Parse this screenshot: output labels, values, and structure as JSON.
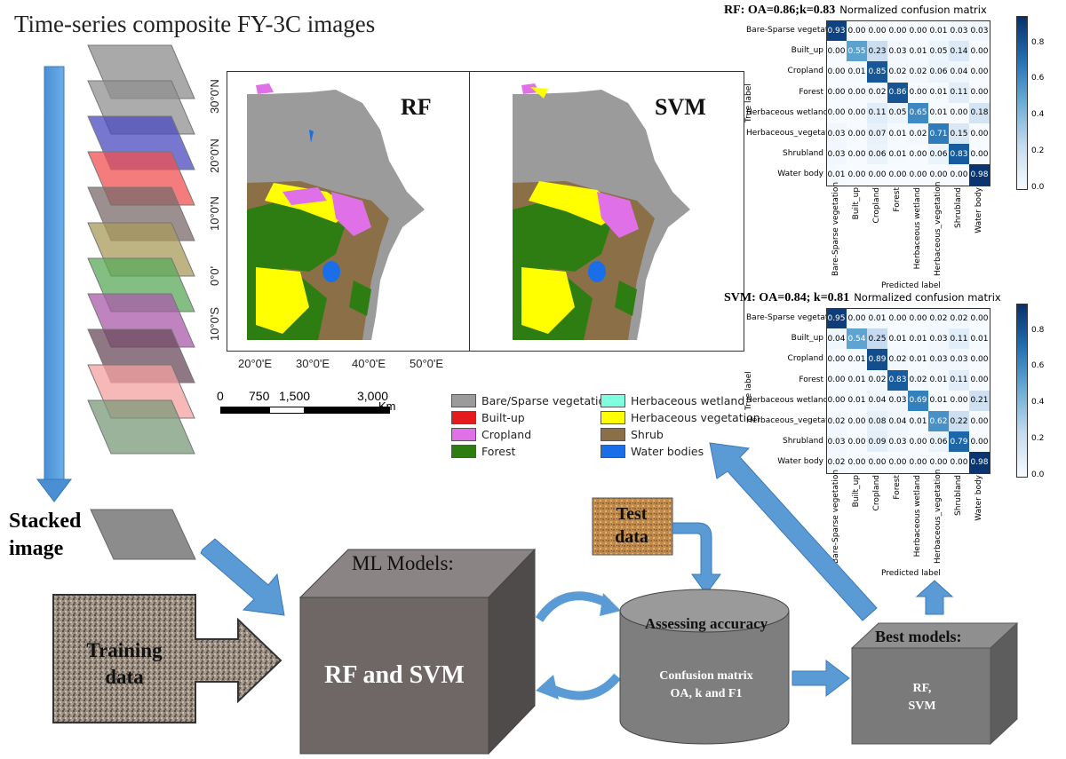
{
  "title": "Time-series composite FY-3C images",
  "stacked_label": "Stacked image",
  "layer_colors": [
    "#8c8c8c",
    "#909090",
    "#4a4ac0",
    "#f05050",
    "#7a6a6a",
    "#a89a5a",
    "#5aaa5a",
    "#aa5aaa",
    "#6a4a5a",
    "#f4a0a0",
    "#7a9a7a"
  ],
  "maps": {
    "rf_label": "RF",
    "svm_label": "SVM",
    "lat_ticks": [
      "30°0'N",
      "20°0'N",
      "10°0'N",
      "0°0'",
      "10°0'S"
    ],
    "lon_ticks": [
      "20°0'E",
      "30°0'E",
      "40°0'E",
      "50°0'E"
    ]
  },
  "scale": {
    "ticks": [
      "0",
      "750",
      "1,500",
      "3,000"
    ],
    "unit": "Km"
  },
  "legend": [
    {
      "label": "Bare/Sparse vegetation",
      "color": "#9b9b9b"
    },
    {
      "label": "Herbaceous wetland",
      "color": "#7fffe0"
    },
    {
      "label": "Built-up",
      "color": "#e41a1c"
    },
    {
      "label": "Herbaceous vegetation",
      "color": "#ffff00"
    },
    {
      "label": "Cropland",
      "color": "#e070e8"
    },
    {
      "label": "Shrub",
      "color": "#8b6f47"
    },
    {
      "label": "Forest",
      "color": "#2e7d12"
    },
    {
      "label": "Water bodies",
      "color": "#1a6fe8"
    }
  ],
  "cm_rf": {
    "heading": "RF: OA=0.86;k=0.83",
    "subtitle": "Normalized confusion matrix",
    "xlabel": "Predicted label",
    "ylabel": "True label",
    "labels": [
      "Bare-Sparse vegetation",
      "Built_up",
      "Cropland",
      "Forest",
      "Herbaceous wetland",
      "Herbaceous_vegetation",
      "Shrubland",
      "Water body"
    ],
    "matrix": [
      [
        0.93,
        0.0,
        0.0,
        0.0,
        0.0,
        0.01,
        0.03,
        0.03
      ],
      [
        0.0,
        0.55,
        0.23,
        0.03,
        0.01,
        0.05,
        0.14,
        0.0
      ],
      [
        0.0,
        0.01,
        0.85,
        0.02,
        0.02,
        0.06,
        0.04,
        0.0
      ],
      [
        0.0,
        0.0,
        0.02,
        0.86,
        0.0,
        0.01,
        0.11,
        0.0
      ],
      [
        0.0,
        0.0,
        0.11,
        0.05,
        0.65,
        0.01,
        0.0,
        0.18
      ],
      [
        0.03,
        0.0,
        0.07,
        0.01,
        0.02,
        0.71,
        0.15,
        0.0
      ],
      [
        0.03,
        0.0,
        0.06,
        0.01,
        0.0,
        0.06,
        0.83,
        0.0
      ],
      [
        0.01,
        0.0,
        0.0,
        0.0,
        0.0,
        0.0,
        0.0,
        0.98
      ]
    ],
    "colorbar_ticks": [
      "0.8",
      "0.6",
      "0.4",
      "0.2",
      "0.0"
    ]
  },
  "cm_svm": {
    "heading": "SVM: OA=0.84; k=0.81",
    "subtitle": "Normalized confusion matrix",
    "xlabel": "Predicted label",
    "ylabel": "True label",
    "labels": [
      "Bare-Sparse vegetation",
      "Built_up",
      "Cropland",
      "Forest",
      "Herbaceous wetland",
      "Herbaceous_vegetation",
      "Shrubland",
      "Water body"
    ],
    "matrix": [
      [
        0.95,
        0.0,
        0.01,
        0.0,
        0.0,
        0.02,
        0.02,
        0.0
      ],
      [
        0.04,
        0.54,
        0.25,
        0.01,
        0.01,
        0.03,
        0.11,
        0.01
      ],
      [
        0.0,
        0.01,
        0.89,
        0.02,
        0.01,
        0.03,
        0.03,
        0.0
      ],
      [
        0.0,
        0.01,
        0.02,
        0.83,
        0.02,
        0.01,
        0.11,
        0.0
      ],
      [
        0.0,
        0.01,
        0.04,
        0.03,
        0.69,
        0.01,
        0.0,
        0.21
      ],
      [
        0.02,
        0.0,
        0.08,
        0.04,
        0.01,
        0.62,
        0.22,
        0.0
      ],
      [
        0.03,
        0.0,
        0.09,
        0.03,
        0.0,
        0.06,
        0.79,
        0.0
      ],
      [
        0.02,
        0.0,
        0.0,
        0.0,
        0.0,
        0.0,
        0.0,
        0.98
      ]
    ],
    "colorbar_ticks": [
      "0.8",
      "0.6",
      "0.4",
      "0.2",
      "0.0"
    ]
  },
  "flow": {
    "ml_models_title": "ML Models:",
    "ml_models_body": "RF and SVM",
    "training_data": "Training data",
    "test_data": "Test data",
    "assessing_title": "Assessing accuracy",
    "assessing_body_1": "Confusion matrix",
    "assessing_body_2": "OA, k and F1",
    "best_models_title": "Best models:",
    "best_models_body_1": "RF,",
    "best_models_body_2": "SVM"
  }
}
